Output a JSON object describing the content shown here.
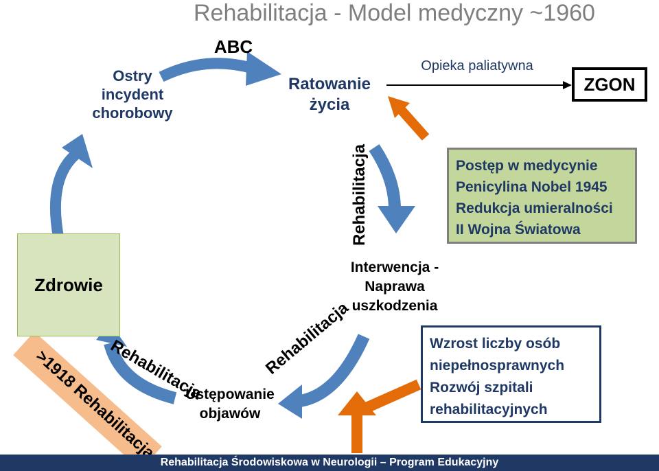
{
  "title": "Rehabilitacja - Model medyczny ~1960",
  "nodes": {
    "ostry_incydent": "Ostry incydent chorobowy",
    "abc": "ABC",
    "ratowanie": "Ratowanie życia",
    "opieka_paliatywna": "Opieka paliatywna",
    "zgon": "ZGON",
    "zdrowie": "Zdrowie",
    "interwencja": "Interwencja - Naprawa uszkodzenia",
    "ustepowanie": "Ustępowanie objawów"
  },
  "arrow_labels": {
    "rehab_vertical": "Rehabilitacja",
    "rehab_left": "Rehabilitacja",
    "rehab_middle": "Rehabilitacja",
    "rehab_1918": ">1918 Rehabilitacja"
  },
  "green_box": {
    "lines": [
      "Postęp w medycynie",
      "Penicylina Nobel 1945",
      "Redukcja umieralności",
      "II Wojna Światowa"
    ]
  },
  "white_box": {
    "lines": [
      "Wzrost liczby osób",
      "niepełnosprawnych",
      "Rozwój szpitali",
      "rehabilitacyjnych"
    ]
  },
  "footer": "Rehabilitacja Środowiskowa w Neurologii – Program Edukacyjny",
  "colors": {
    "blue_arrow": "#4f81bd",
    "orange_arrow": "#e36c09",
    "green_box": "#c3d69b",
    "zdrowie_fill": "#d7e4bd",
    "footer_bg": "#1f3864",
    "peach": "#f6bc8c"
  }
}
